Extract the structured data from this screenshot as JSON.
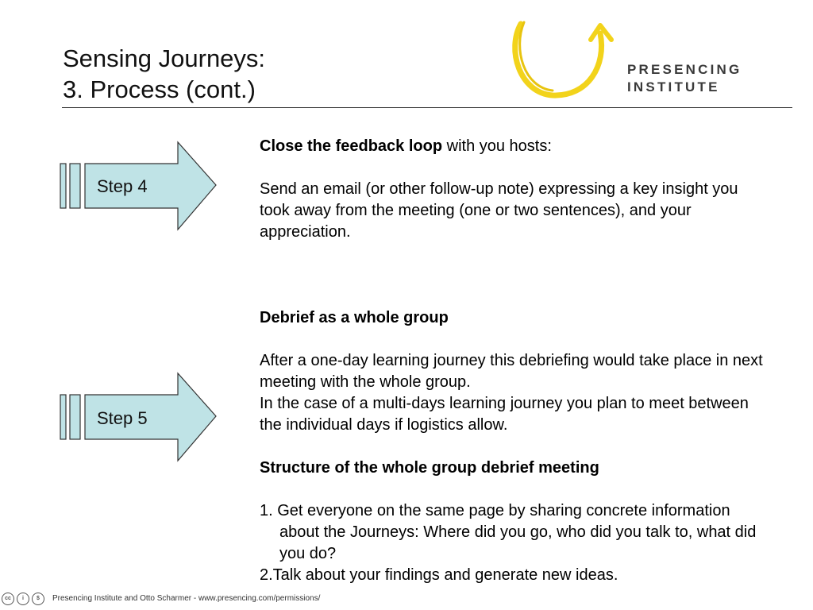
{
  "header": {
    "title_line1": "Sensing Journeys:",
    "title_line2": "3. Process (cont.)"
  },
  "logo": {
    "line1": "PRESENCING",
    "line2": "INSTITUTE",
    "mark_color": "#f2d31b"
  },
  "steps": [
    {
      "label": "Step 4"
    },
    {
      "label": "Step 5"
    }
  ],
  "arrow_fill": "#bfe3e6",
  "content": {
    "s1_heading": "Close the feedback loop",
    "s1_heading_rest": " with you hosts:",
    "s1_body": "Send an email (or other follow-up note)  expressing a key insight you took away from the meeting (one or two sentences), and your appreciation.",
    "s2_heading": "Debrief as a whole group",
    "s2_body1": "After a one-day learning journey this debriefing would take place in next meeting with the whole group.",
    "s2_body2": "In the case of a multi-days learning journey you plan to meet between the individual days if logistics allow.",
    "s3_heading": "Structure of the whole group debrief meeting",
    "s3_item1": "1. Get everyone on the same page by sharing concrete information about the Journeys: Where did you go, who did you talk to, what did you do?",
    "s3_item2": "2.Talk about your findings and generate new ideas."
  },
  "footer": {
    "icons": [
      "cc-icon",
      "by-icon",
      "nc-icon"
    ],
    "icon_glyphs": [
      "cc",
      "i",
      "$"
    ],
    "text": "Presencing Institute and Otto Scharmer - www.presencing.com/permissions/"
  }
}
